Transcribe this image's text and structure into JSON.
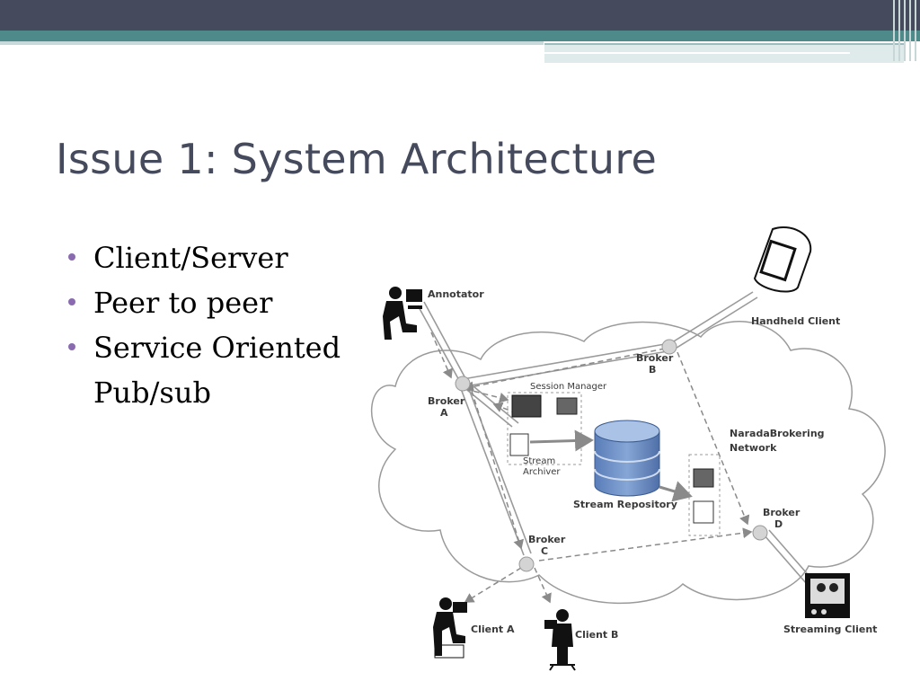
{
  "slide": {
    "title": "Issue 1: System Architecture",
    "bullets": [
      {
        "text": "Client/Server"
      },
      {
        "text": "Peer to peer"
      },
      {
        "text": "Service Oriented",
        "continuation": "Pub/sub"
      }
    ]
  },
  "diagram": {
    "nodes": {
      "annotator": "Annotator",
      "handheld": "Handheld Client",
      "broker_a": [
        "Broker",
        "A"
      ],
      "broker_b": [
        "Broker",
        "B"
      ],
      "broker_c": [
        "Broker",
        "C"
      ],
      "broker_d": [
        "Broker",
        "D"
      ],
      "session_manager": "Session Manager",
      "stream_archiver": [
        "Stream",
        "Archiver"
      ],
      "stream_repository": "Stream Repository",
      "network": [
        "NaradaBrokering",
        "Network"
      ],
      "client_a": "Client A",
      "client_b": "Client B",
      "streaming": "Streaming Client"
    }
  }
}
